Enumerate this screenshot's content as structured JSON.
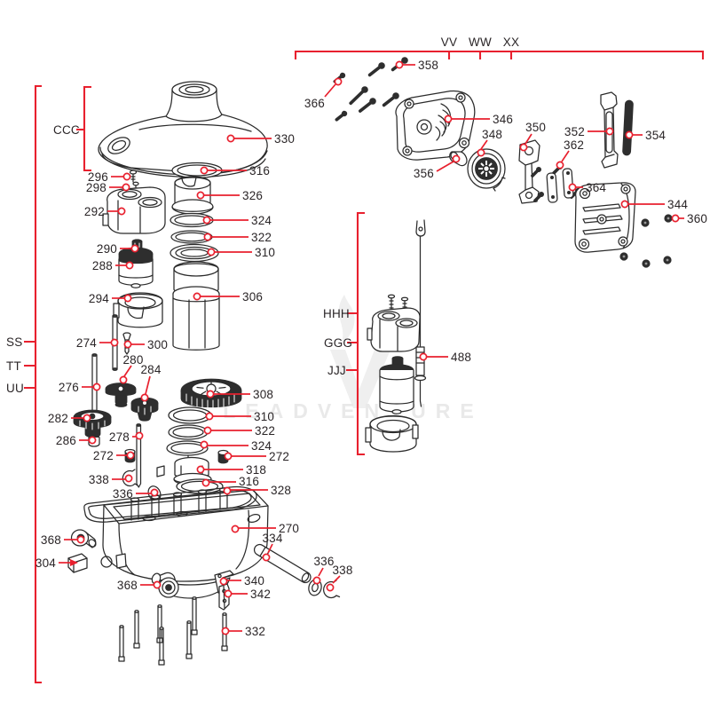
{
  "watermark": "LEADVENTURE",
  "colors": {
    "accent_red": "#e8202e",
    "ink": "#2b2b2b",
    "watermark_gray": "#e9e9e9"
  },
  "section_labels": {
    "left_bracket": [
      "SS",
      "TT",
      "UU"
    ],
    "cover_bracket": "CCC",
    "top_bracket": [
      "VV",
      "WW",
      "XX"
    ],
    "mid_bracket": [
      "HHH",
      "GGG",
      "JJJ"
    ]
  },
  "callouts": [
    "358",
    "366",
    "346",
    "348",
    "350",
    "352",
    "354",
    "356",
    "362",
    "364",
    "344",
    "360",
    "330",
    "316",
    "296",
    "298",
    "326",
    "292",
    "324",
    "322",
    "310",
    "290",
    "288",
    "294",
    "306",
    "274",
    "300",
    "280",
    "284",
    "276",
    "308",
    "282",
    "310",
    "322",
    "286",
    "278",
    "324",
    "272",
    "272",
    "318",
    "316",
    "328",
    "338",
    "336",
    "270",
    "334",
    "368",
    "304",
    "368",
    "340",
    "342",
    "336",
    "338",
    "332",
    "488"
  ]
}
